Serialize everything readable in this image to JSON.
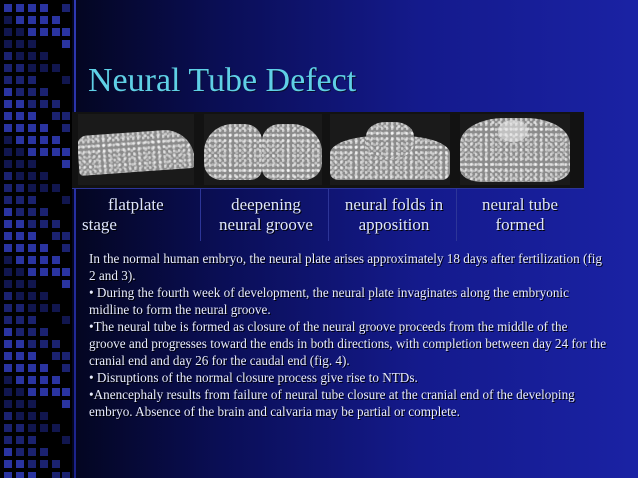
{
  "slide": {
    "title": "Neural Tube Defect",
    "stages": [
      {
        "line1": "flatplate",
        "line2": "stage",
        "image_name": "flatplate-stage-image"
      },
      {
        "line1": "deepening",
        "line2": "neural groove",
        "image_name": "deepening-neural-groove-image"
      },
      {
        "line1": "neural folds in",
        "line2": "apposition",
        "image_name": "neural-folds-apposition-image"
      },
      {
        "line1": "neural tube",
        "line2": "formed",
        "image_name": "neural-tube-formed-image"
      }
    ],
    "paragraphs": [
      "In the normal human embryo, the neural plate arises approximately 18 days after fertilization (fig 2 and 3).",
      "• During the fourth week of development, the neural plate invaginates along the embryonic midline to form the neural groove.",
      "•The neural tube is formed as closure of the neural groove proceeds from the middle of the groove and progresses toward the ends in both directions, with completion between day 24 for the cranial end and day 26 for the caudal end (fig. 4).",
      "• Disruptions of the normal closure process give rise to NTDs.",
      "•Anencephaly results from failure of neural tube closure at the cranial end of the developing embryo. Absence of the brain and calvaria may be partial or complete."
    ],
    "colors": {
      "title": "#5fd0e6",
      "text": "#e8ecff",
      "background": "#141a8c"
    }
  }
}
